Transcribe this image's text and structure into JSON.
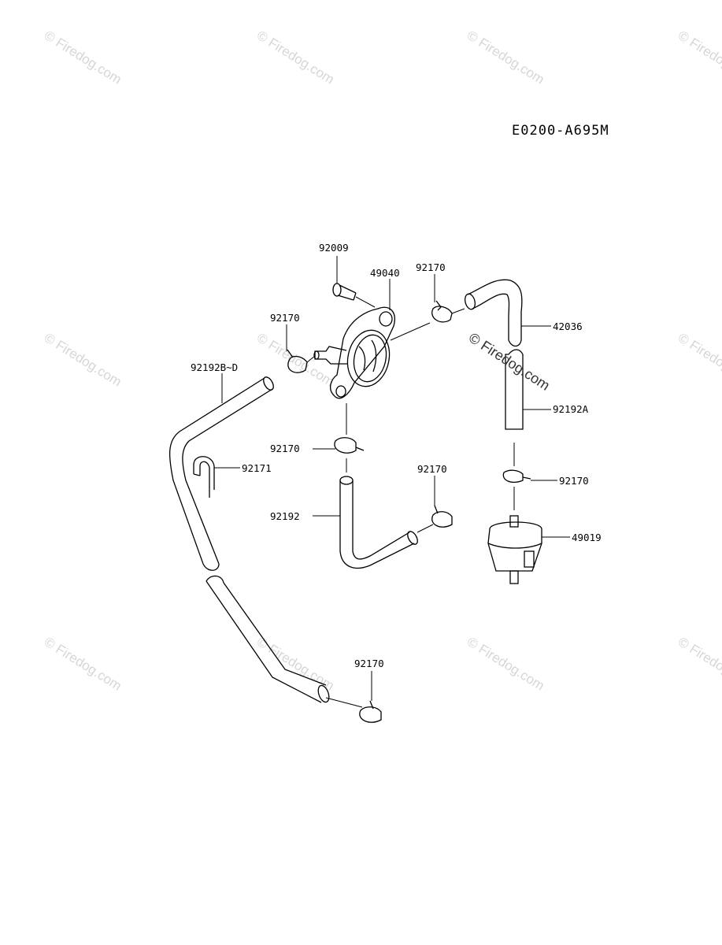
{
  "diagram_code": "E0200-A695M",
  "watermark_text": "© Firedog.com",
  "part_labels": {
    "p92009": "92009",
    "p49040": "49040",
    "p92170_top": "92170",
    "p42036": "42036",
    "p92170_left": "92170",
    "p92192BD": "92192B~D",
    "p92192A": "92192A",
    "p92170_mid": "92170",
    "p92171": "92171",
    "p92170_right": "92170",
    "p92170_center": "92170",
    "p92192": "92192",
    "p49019": "49019",
    "p92170_bottom": "92170"
  }
}
